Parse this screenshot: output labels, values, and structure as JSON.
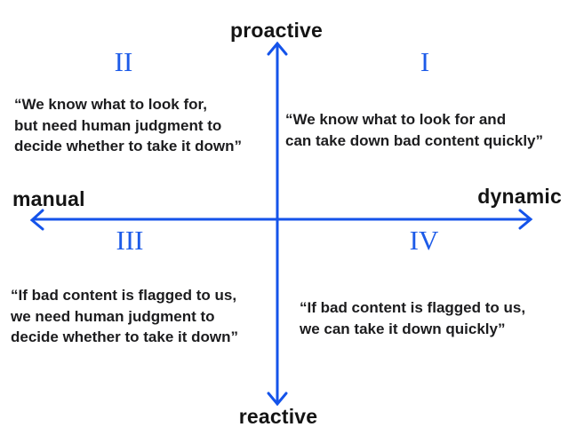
{
  "diagram": {
    "colors": {
      "accent_blue": "#1453ea",
      "numeral_blue": "#1d5be8",
      "text_dark": "#1c1c1e",
      "background": "#ffffff"
    },
    "axes": {
      "top_label": "proactive",
      "bottom_label": "reactive",
      "left_label": "manual",
      "right_label": "dynamic"
    },
    "quadrants": {
      "q1": {
        "numeral": "I",
        "quote": "“We know what to look for and\ncan take down bad content quickly”"
      },
      "q2": {
        "numeral": "II",
        "quote": "“We know what to look for,\nbut need human judgment to\ndecide whether to take it down”"
      },
      "q3": {
        "numeral": "III",
        "quote": "“If bad content is flagged to us,\nwe need human judgment to\ndecide whether to take it down”"
      },
      "q4": {
        "numeral": "IV",
        "quote": "“If bad content is flagged to us,\nwe can take it down quickly”"
      }
    }
  }
}
